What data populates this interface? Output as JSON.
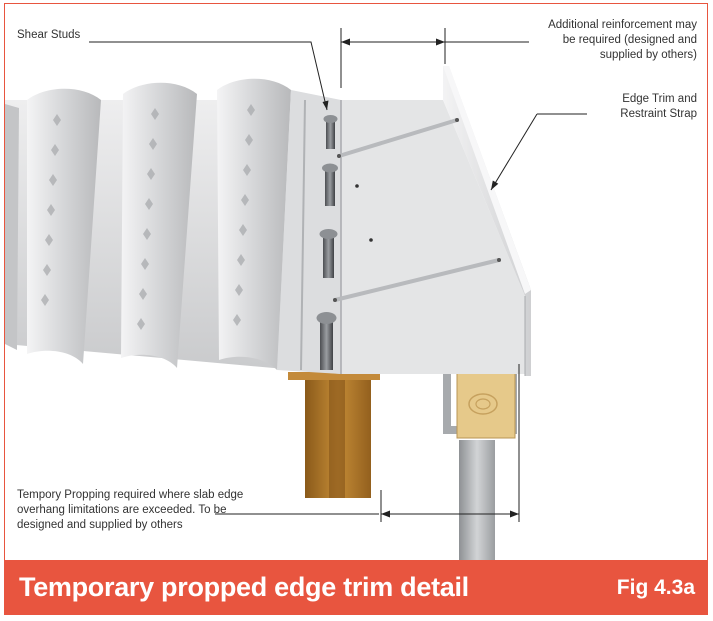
{
  "labels": {
    "shear_studs": "Shear Studs",
    "additional_reinforcement": [
      "Additional reinforcement may",
      "be required (designed and",
      "supplied by others)"
    ],
    "edge_trim": [
      "Edge Trim and",
      "Restraint Strap"
    ],
    "tempory_propping": [
      "Tempory Propping required where slab edge",
      "overhang limitations are exceeded. To be",
      "designed and supplied by others"
    ]
  },
  "footer": {
    "title": "Temporary propped edge trim detail",
    "figure_number": "Fig 4.3a"
  },
  "colors": {
    "accent": "#e8553f",
    "deck": "#d9dadb",
    "steel_beam": "#b07a2a",
    "timber": "#e6c98a",
    "prop": "#b9bcbf",
    "line": "#222222"
  }
}
